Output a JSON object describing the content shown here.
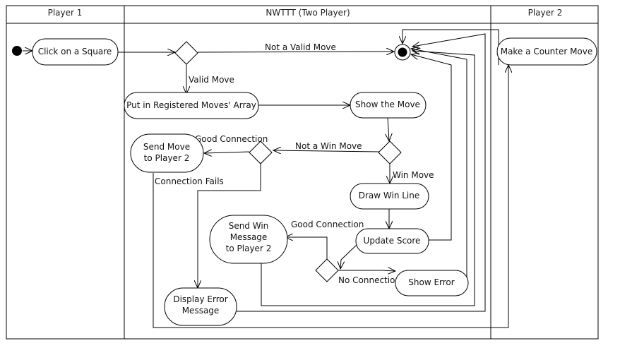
{
  "lanes": {
    "player1": "Player 1",
    "game": "NWTTT (Two Player)",
    "player2": "Player 2"
  },
  "nodes": {
    "click_square": "Click on a Square",
    "put_registered": "Put in Registered Moves' Array",
    "show_move": "Show the Move",
    "send_move_l1": "Send Move",
    "send_move_l2": "to Player 2",
    "draw_win_line": "Draw Win Line",
    "update_score": "Update Score",
    "send_win_l1": "Send Win",
    "send_win_l2": "Message",
    "send_win_l3": "to Player 2",
    "show_error": "Show Error",
    "display_error_l1": "Display Error",
    "display_error_l2": "Message",
    "counter_move": "Make a Counter Move"
  },
  "edges": {
    "not_valid_move": "Not a Valid Move",
    "valid_move": "Valid Move",
    "good_connection_1": "Good Connection",
    "not_win_move": "Not a Win Move",
    "win_move": "Win Move",
    "connection_fails": "Connection Fails",
    "good_connection_2": "Good Connection",
    "no_connection": "No Connection"
  }
}
